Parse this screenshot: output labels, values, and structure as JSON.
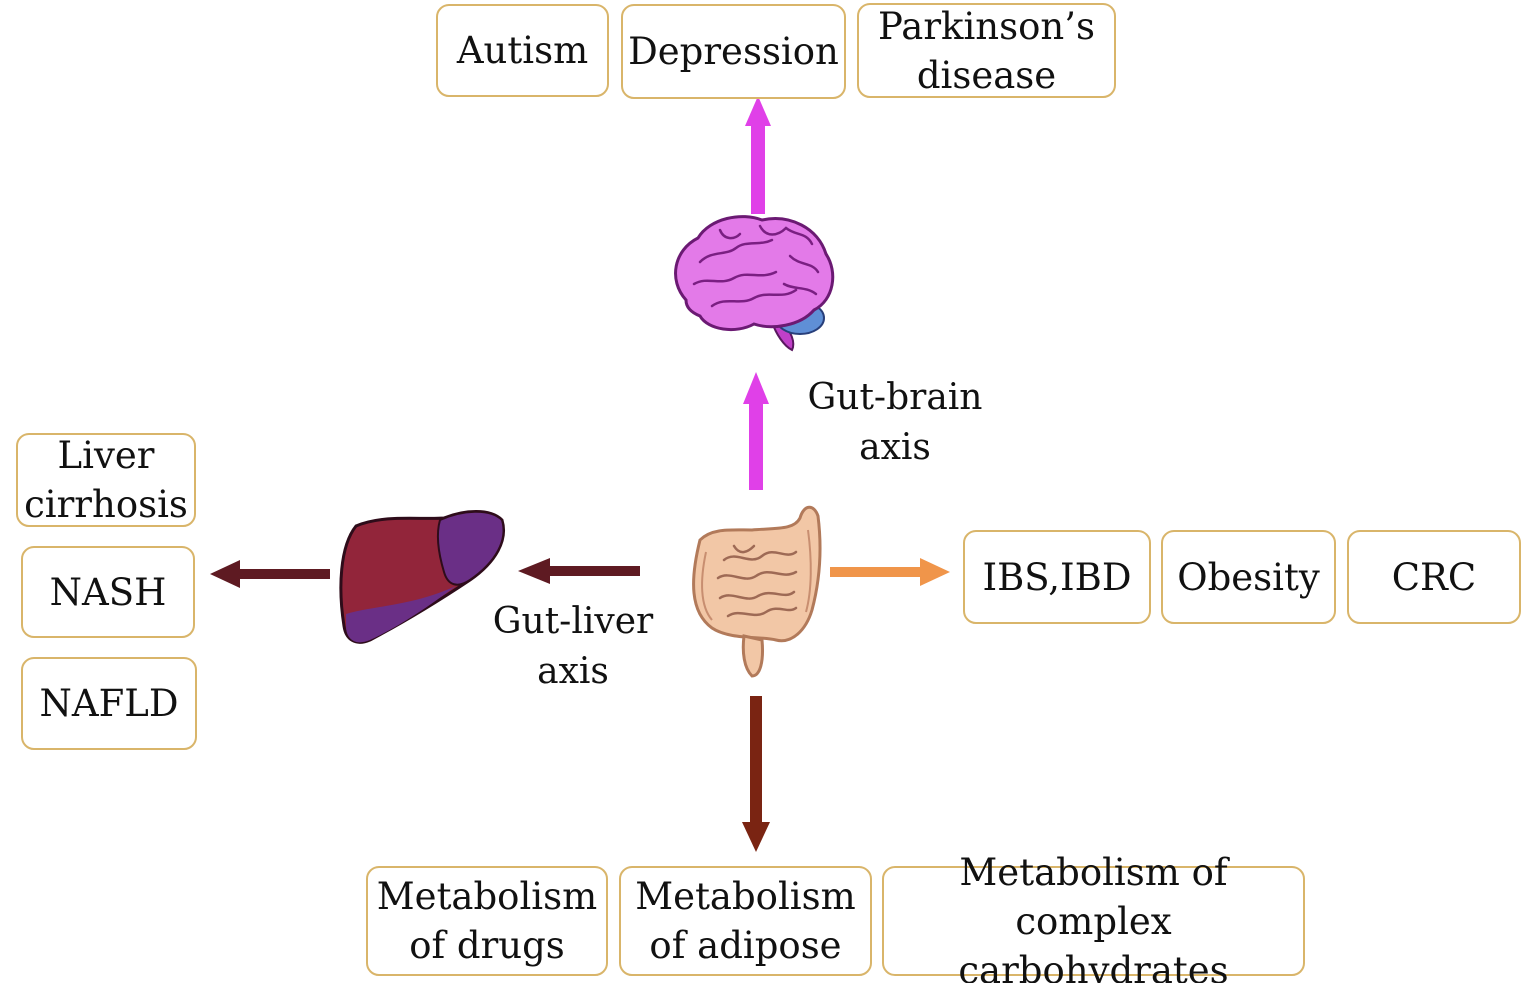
{
  "brain_outcomes": {
    "autism": "Autism",
    "depression": "Depression",
    "parkinsons": [
      "Parkinson’s",
      "disease"
    ]
  },
  "gut_brain_label": [
    "Gut-brain",
    "axis"
  ],
  "gut_liver_label": [
    "Gut-liver",
    "axis"
  ],
  "liver_outcomes": {
    "cirrhosis": [
      "Liver",
      "cirrhosis"
    ],
    "nash": "NASH",
    "nafld": "NAFLD"
  },
  "gut_outcomes": {
    "ibs_ibd": "IBS,IBD",
    "obesity": "Obesity",
    "crc": "CRC"
  },
  "metabolism_outcomes": {
    "drugs": [
      "Metabolism",
      "of drugs"
    ],
    "adipose": [
      "Metabolism",
      "of adipose"
    ],
    "carbohydrates": [
      "Metabolism of",
      "complex carbohydrates"
    ]
  },
  "colors": {
    "box_border": "#d9b56a",
    "gut_brain_arrow": "#e040e8",
    "gut_liver_arrow": "#5e1a22",
    "gut_disease_arrow": "#f0954a",
    "metabolism_arrow": "#7a2412"
  },
  "icons": [
    "brain-icon",
    "liver-icon",
    "intestine-icon"
  ]
}
